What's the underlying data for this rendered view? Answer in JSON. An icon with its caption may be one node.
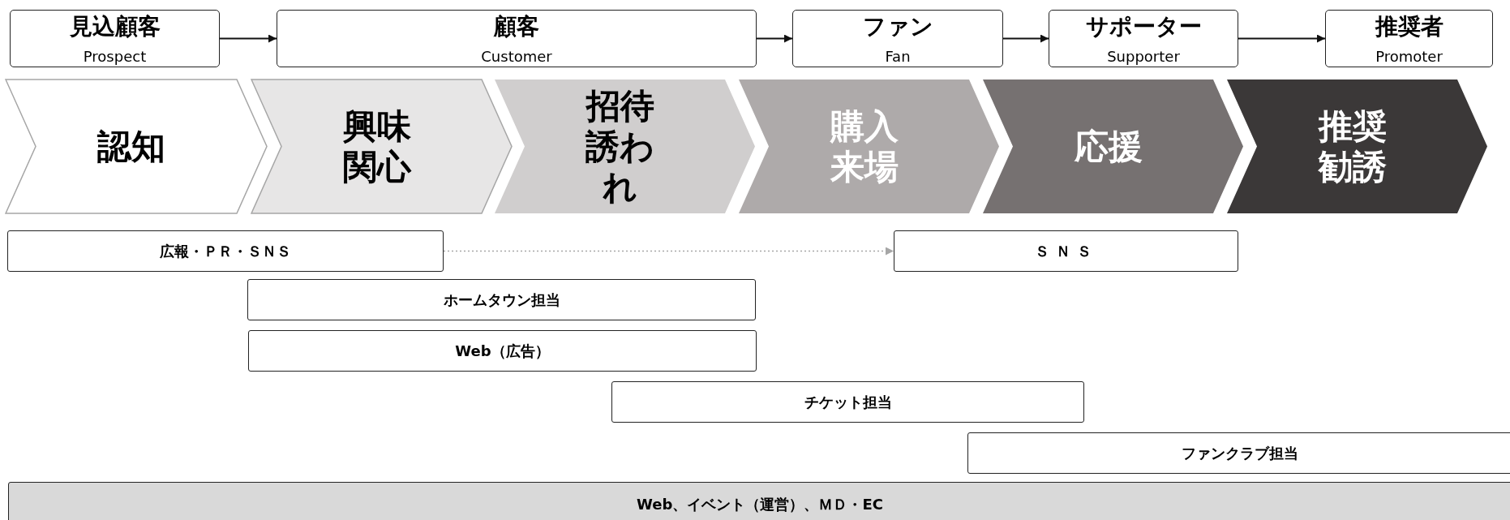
{
  "diagram": {
    "nodes": [
      {
        "text": [
          "見込顧客",
          "Prospect"
        ]
      },
      {
        "text": [
          "顧客",
          "Customer"
        ]
      },
      {
        "text": [
          "ファン",
          "Fan"
        ]
      },
      {
        "text": [
          "サポーター",
          "Supporter"
        ]
      },
      {
        "text": [
          "推奨者",
          "Promoter"
        ]
      },
      {
        "text": [
          "認知"
        ]
      },
      {
        "text": [
          "興味関心"
        ]
      },
      {
        "text": [
          "招待誘われ"
        ]
      },
      {
        "text": [
          "購入来場"
        ]
      },
      {
        "text": [
          "応援"
        ]
      },
      {
        "text": [
          "推奨勧誘"
        ]
      },
      {
        "text": [
          "広報・ＰＲ・ＳＮＳ"
        ]
      },
      {
        "text": [
          "ＳＮＳ"
        ]
      },
      {
        "text": [
          "ホームタウン担当"
        ]
      },
      {
        "text": [
          "Web（広告）"
        ]
      },
      {
        "text": [
          "チケット担当"
        ]
      },
      {
        "text": [
          "ファンクラブ担当"
        ]
      },
      {
        "text": [
          "Web、イベント（運営）、ＭＤ・EC"
        ]
      }
    ],
    "edges": [
      {
        "from": 0,
        "to": 1,
        "arrow": "to"
      },
      {
        "from": 1,
        "to": 2,
        "arrow": "to"
      },
      {
        "from": 2,
        "to": 3,
        "arrow": "to"
      },
      {
        "from": 3,
        "to": 4,
        "arrow": "to"
      },
      {
        "from": 11,
        "to": 12,
        "arrow": "to",
        "style": "dashed",
        "color": "#a6a6a6"
      }
    ]
  }
}
